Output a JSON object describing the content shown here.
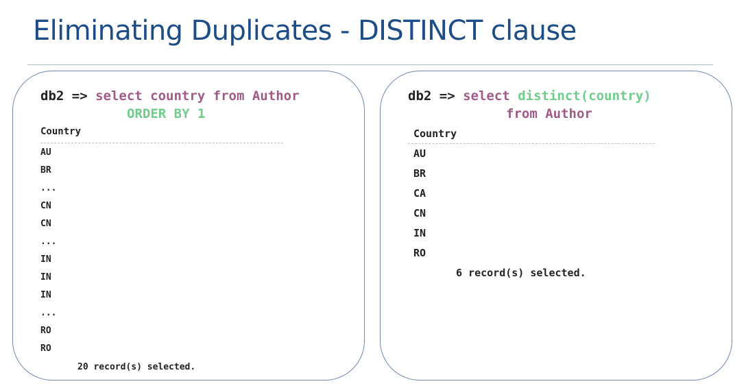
{
  "slide": {
    "title": "Eliminating Duplicates - DISTINCT clause"
  },
  "left": {
    "prompt": "db2 =>",
    "cmd_line1": "select country from Author",
    "cmd_line2": "ORDER BY 1",
    "header": "Country",
    "rows": [
      "AU",
      "BR",
      "...",
      "CN",
      "CN",
      "...",
      "IN",
      "IN",
      "IN",
      "...",
      "RO",
      "RO"
    ],
    "footer": "20 record(s) selected."
  },
  "right": {
    "prompt": "db2 =>",
    "cmd_select": "select",
    "cmd_distinct": "distinct(country)",
    "cmd_line2": "from Author",
    "header": "Country",
    "rows": [
      "AU",
      "BR",
      "CA",
      "CN",
      "IN",
      "RO"
    ],
    "footer": "6 record(s) selected."
  },
  "colors": {
    "title": "#1c4d86",
    "keyword": "#9e5b86",
    "green_keyword": "#6fcc8a",
    "panel_border": "#6f86b3"
  }
}
